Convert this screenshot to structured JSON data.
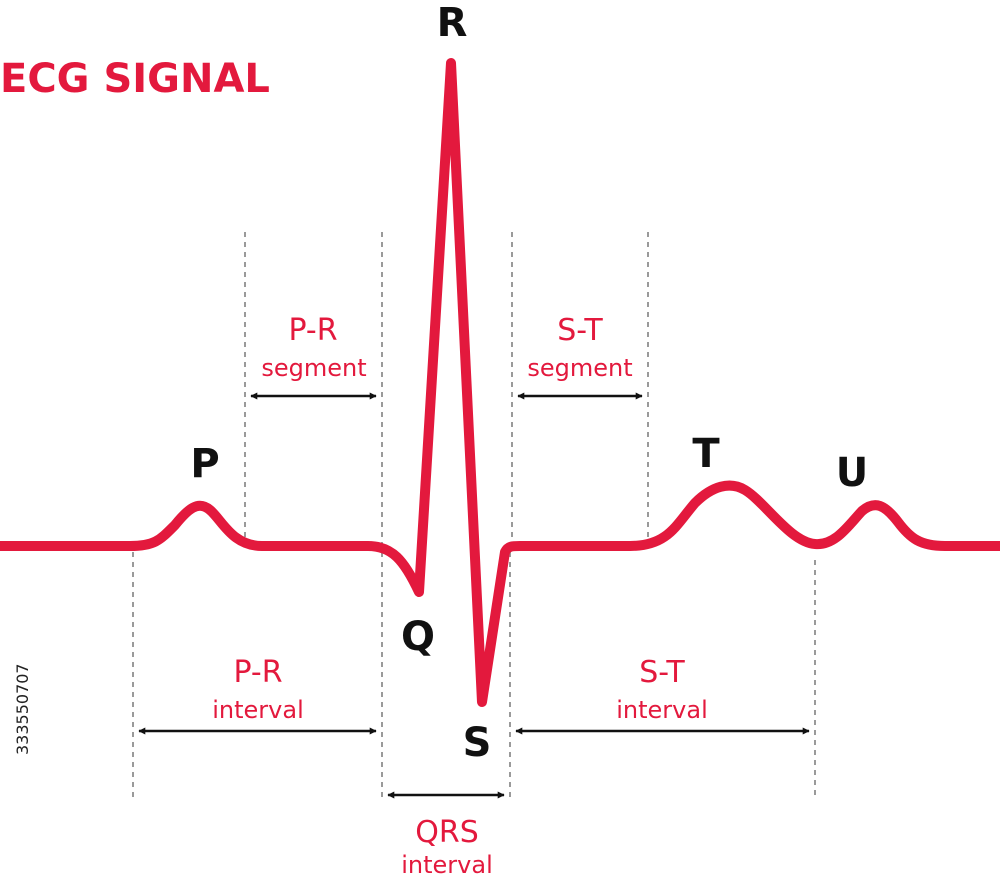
{
  "title": "ECG SIGNAL",
  "stock_id": "333550707",
  "colors": {
    "accent": "#e3193d",
    "label": "#111111",
    "guide": "#9a9a9a"
  },
  "waves": {
    "p": "P",
    "q": "Q",
    "r": "R",
    "s": "S",
    "t": "T",
    "u": "U"
  },
  "segments": {
    "pr": {
      "name": "P-R",
      "sub": "segment"
    },
    "st": {
      "name": "S-T",
      "sub": "segment"
    }
  },
  "intervals": {
    "pr": {
      "name": "P-R",
      "sub": "interval"
    },
    "st": {
      "name": "S-T",
      "sub": "interval"
    },
    "qrs": {
      "name": "QRS",
      "sub": "interval"
    }
  }
}
